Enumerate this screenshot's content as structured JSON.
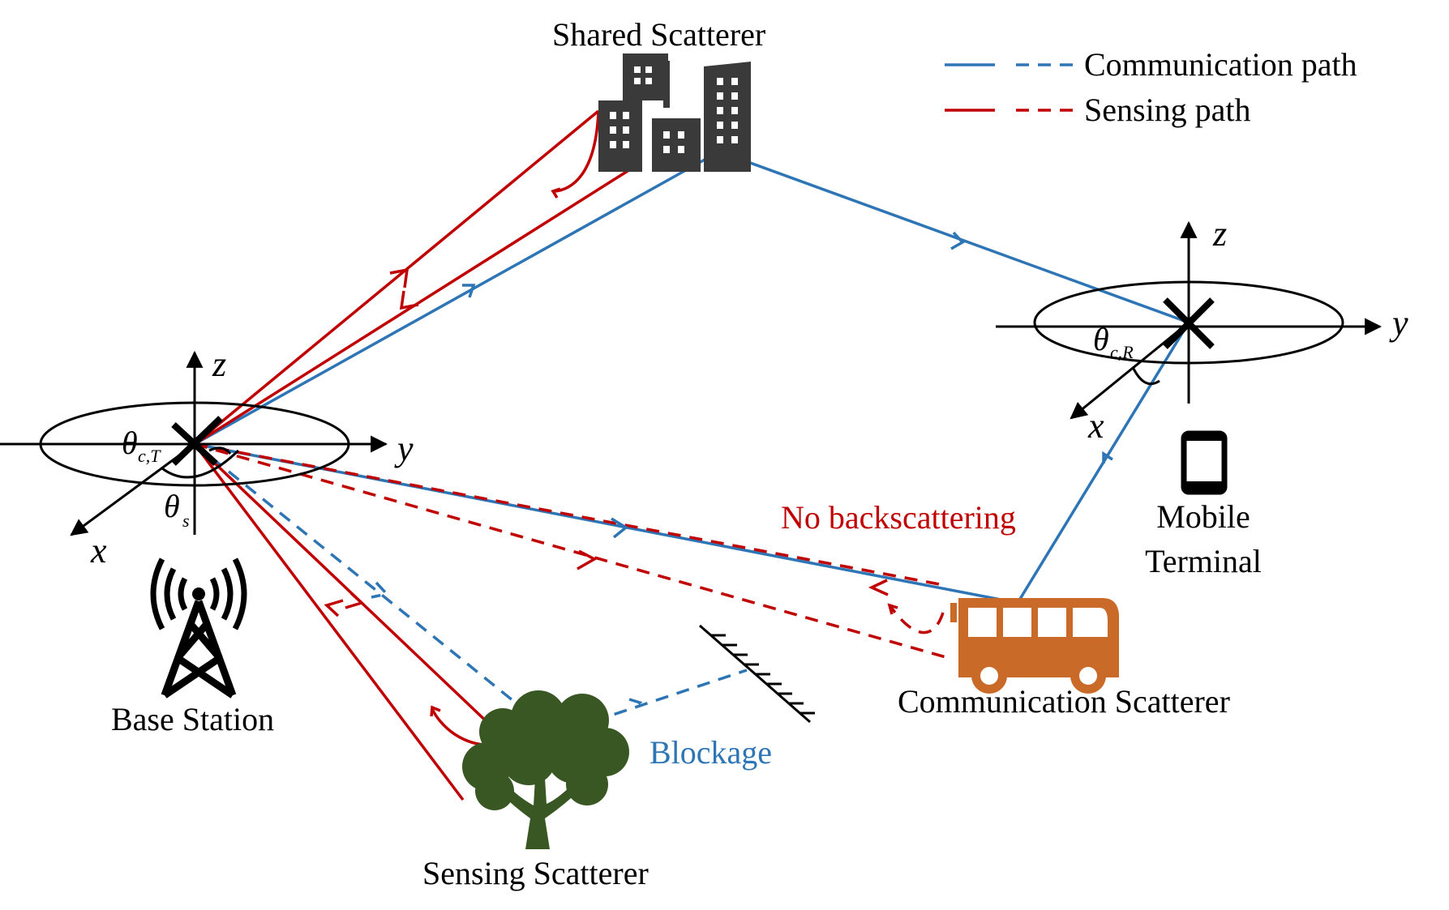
{
  "legend": {
    "communication_path": "Communication path",
    "sensing_path": "Sensing path"
  },
  "labels": {
    "shared_scatterer": "Shared Scatterer",
    "base_station": "Base Station",
    "mobile_terminal_line1": "Mobile",
    "mobile_terminal_line2": "Terminal",
    "communication_scatterer": "Communication Scatterer",
    "sensing_scatterer": "Sensing Scatterer",
    "no_backscattering": "No backscattering",
    "blockage": "Blockage"
  },
  "axes": {
    "z": "z",
    "y": "y",
    "x": "x"
  },
  "angles": {
    "theta": "θ",
    "sub_cT": "c,T",
    "sub_cR": "c,R",
    "sub_s": "s"
  },
  "colors": {
    "communication": "#2e75b6",
    "sensing": "#c00000",
    "building": "#3a3a3a",
    "bus": "#c96a28",
    "tree": "#385723"
  },
  "icons": [
    "building-icon",
    "tower-icon",
    "phone-icon",
    "bus-icon",
    "tree-icon",
    "reflector-icon"
  ]
}
